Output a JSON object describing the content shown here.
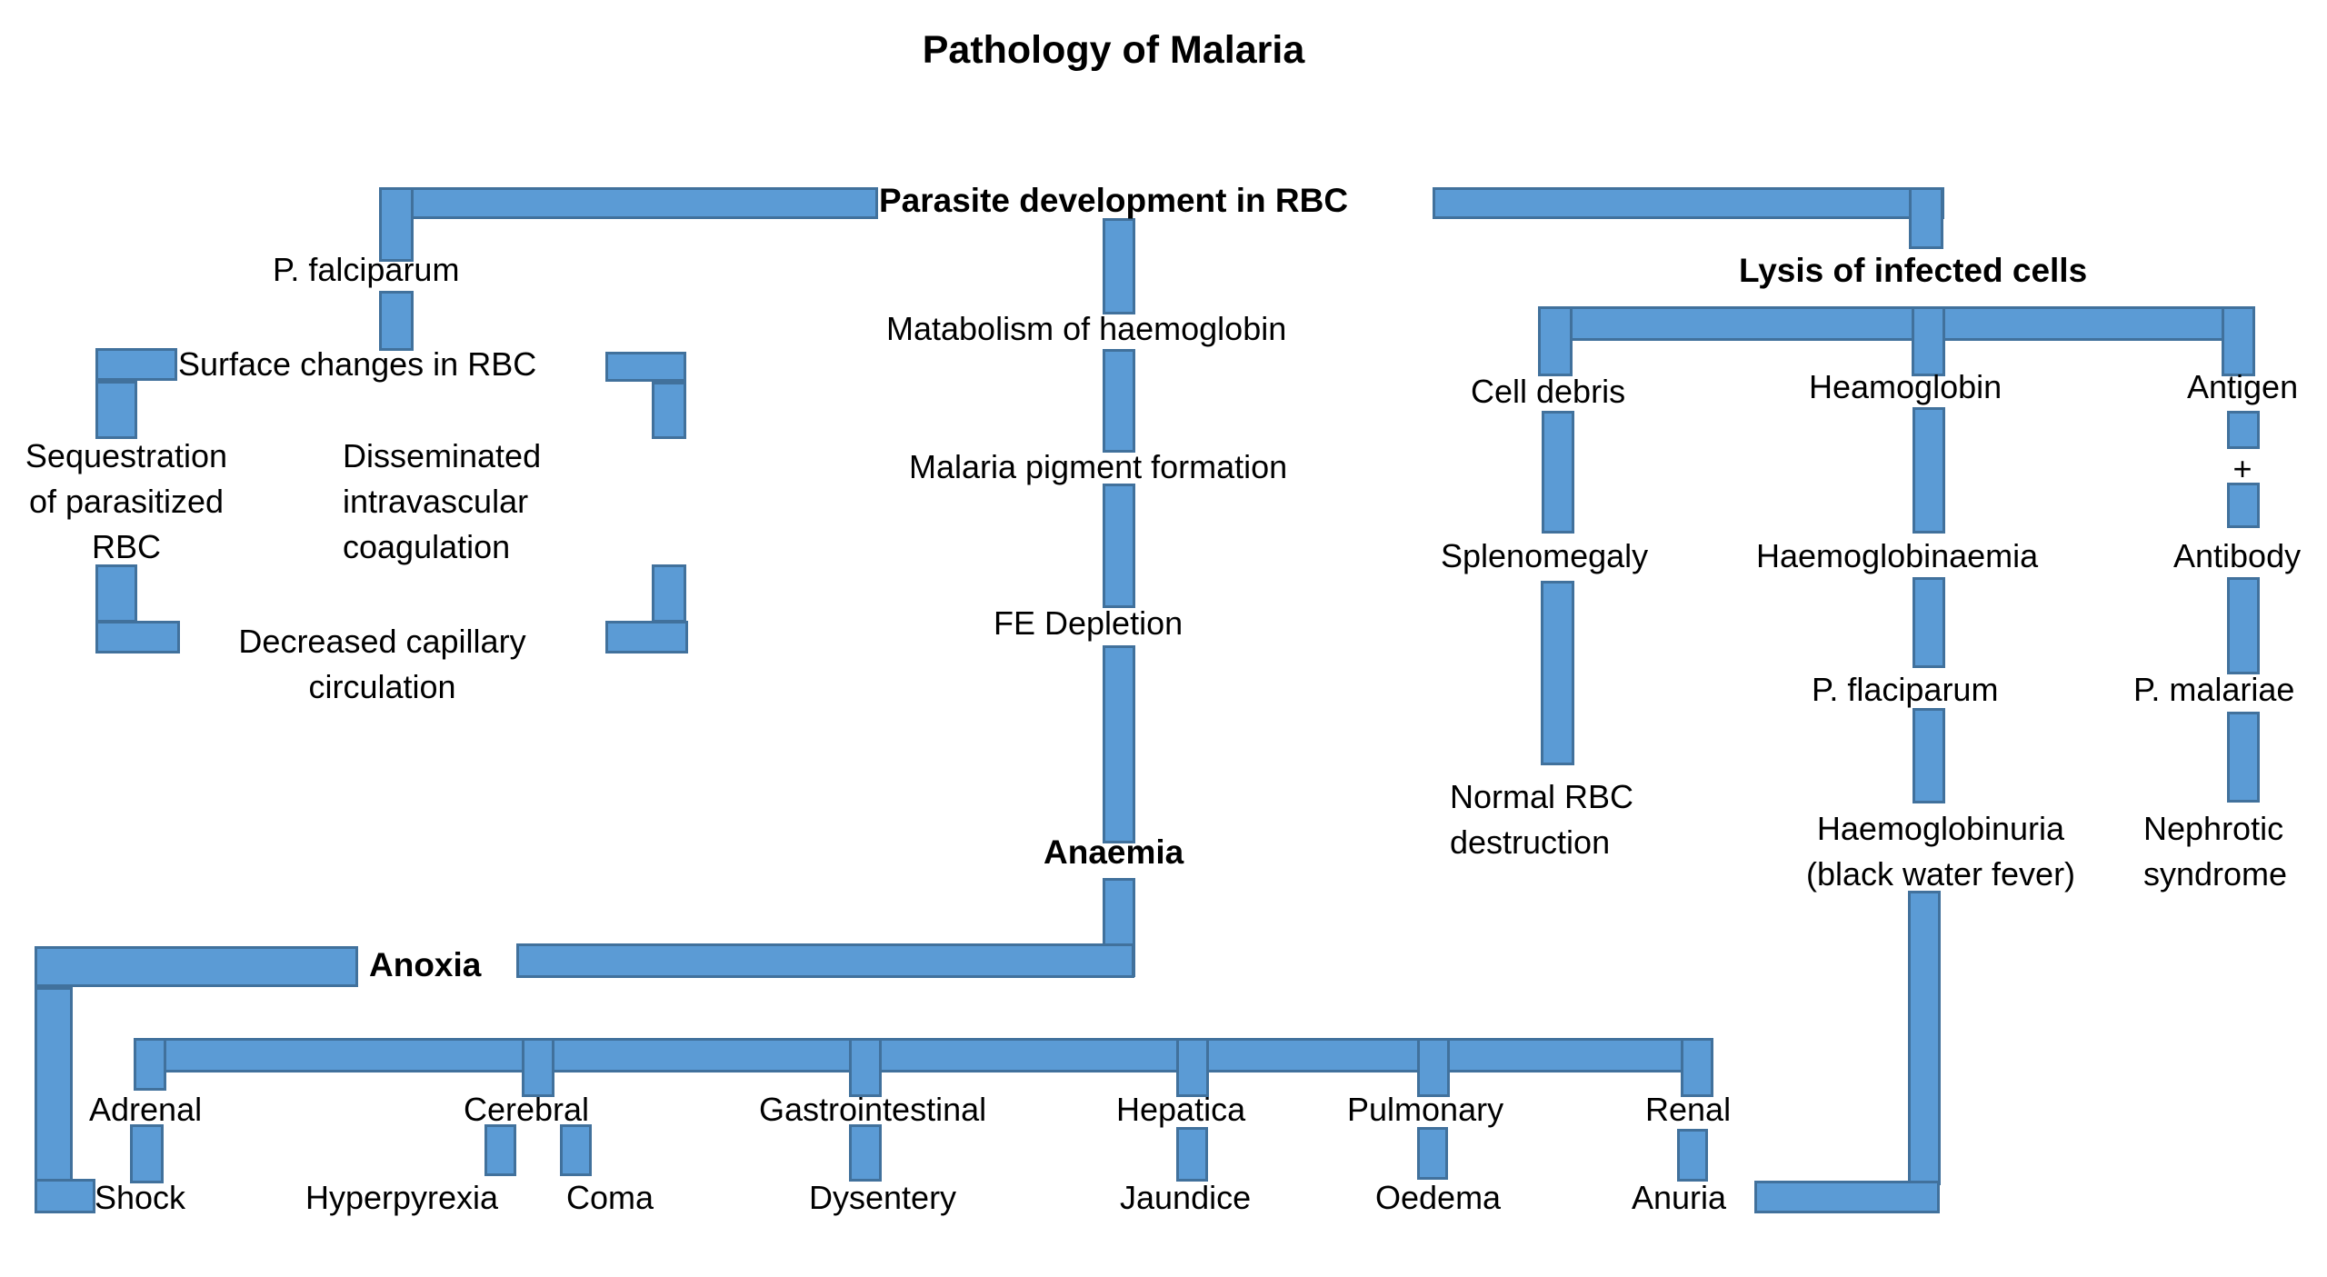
{
  "colors": {
    "bar_fill": "#5b9bd5",
    "bar_border": "#41719c",
    "text": "#000000",
    "background": "#ffffff"
  },
  "diagram": {
    "title": "Pathology of Malaria",
    "nodes": {
      "parasite_dev": "Parasite development in RBC",
      "p_falciparum": "P. falciparum",
      "surface_changes": "Surface changes in RBC",
      "sequestration": "Sequestration\nof parasitized\nRBC",
      "disseminated": "Disseminated\nintravascular\ncoagulation",
      "decreased_capillary": "Decreased capillary\ncirculation",
      "metabolism": "Matabolism of haemoglobin",
      "pigment_formation": "Malaria pigment formation",
      "fe_depletion": "FE Depletion",
      "anaemia": "Anaemia",
      "anoxia": "Anoxia",
      "lysis": "Lysis of infected cells",
      "cell_debris": "Cell debris",
      "heamoglobin": "Heamoglobin",
      "antigen": "Antigen",
      "plus": "+",
      "splenomegaly": "Splenomegaly",
      "haemoglobinaemia": "Haemoglobinaemia",
      "antibody": "Antibody",
      "p_flaciparum": "P. flaciparum",
      "p_malariae": "P. malariae",
      "normal_rbc": "Normal RBC\ndestruction",
      "haemoglobinuria": "Haemoglobinuria\n(black water fever)",
      "nephrotic": "Nephrotic\nsyndrome",
      "adrenal": "Adrenal",
      "cerebral": "Cerebral",
      "gastrointestinal": "Gastrointestinal",
      "hepatica": "Hepatica",
      "pulmonary": "Pulmonary",
      "renal": "Renal",
      "shock": "Shock",
      "hyperpyrexia": "Hyperpyrexia",
      "coma": "Coma",
      "dysentery": "Dysentery",
      "jaundice": "Jaundice",
      "oedema": "Oedema",
      "anuria": "Anuria"
    }
  }
}
